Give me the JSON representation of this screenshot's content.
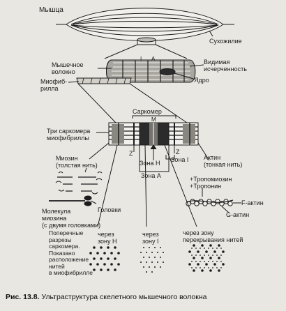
{
  "labels": {
    "muscle": "Мышца",
    "tendon": "Сухожилие",
    "fiber": "Мышечное\nволокно",
    "striation": "Видимая\nисчерченность",
    "myofibril": "Миофиб-\nрилла",
    "nucleus": "Ядро",
    "band_i_top": "I",
    "band_a_top": "A",
    "sarcomere": "Саркомер",
    "m_line": "M",
    "three_sarcomeres": "Три саркомера\nмиофибриллы",
    "z_left": "Z",
    "z_right": "Z",
    "zone_h_prefix": "Зона",
    "zone_h_letter": "H",
    "zone_i": "Зона I",
    "zone_a": "Зона А",
    "myosin": "Миозин\n(толстая нить)",
    "actin": "Актин\n(тонкая нить)",
    "myosin_molecule": "Молекула\nмиозина\n(с двумя головками)",
    "heads": "Головки",
    "tropomyosin": "+Тропомиозин\n+Тропонин",
    "f_actin": "F-актин",
    "g_actin": "G-актин",
    "cross_sections": "Поперечные\nразрезы\nсаркомера.\nПоказано\nрасположение\nнитей\nв миофибрилле",
    "through_h": "через\nзону Н",
    "through_i": "через\nзону I",
    "through_overlap": "через зону\nперекрывания нитей"
  },
  "caption": {
    "number": "Рис. 13.8.",
    "text": "Ультраструктура скелетного мышечного волокна"
  },
  "colors": {
    "ink": "#1b1b1b",
    "paper": "#e9e7e2"
  }
}
